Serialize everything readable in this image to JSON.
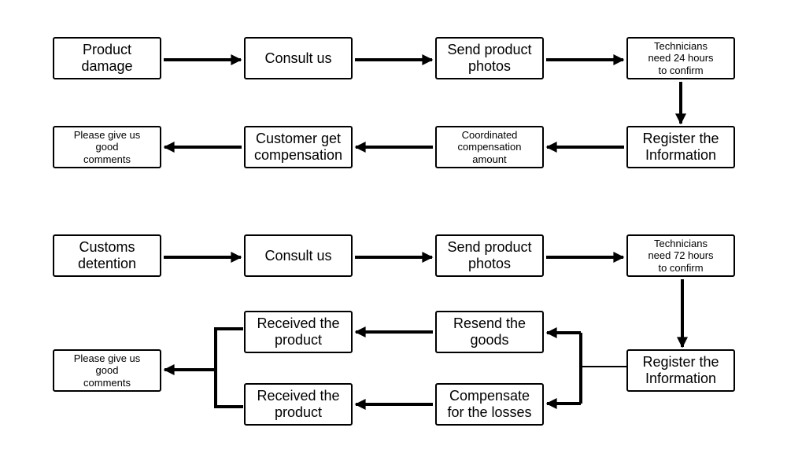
{
  "flow1": {
    "product_damage": [
      "Product",
      "damage"
    ],
    "consult": [
      "Consult us"
    ],
    "send_photos": [
      "Send product",
      "photos"
    ],
    "technicians": [
      "Technicians",
      "need 24 hours",
      "to confirm"
    ],
    "register": [
      "Register the",
      "Information"
    ],
    "coordinated": [
      "Coordinated",
      "compensation",
      "amount"
    ],
    "customer_comp": [
      "Customer get",
      "compensation"
    ],
    "good_comments": [
      "Please give us",
      "good",
      "comments"
    ]
  },
  "flow2": {
    "customs_detention": [
      "Customs",
      "detention"
    ],
    "consult": [
      "Consult us"
    ],
    "send_photos": [
      "Send product",
      "photos"
    ],
    "technicians": [
      "Technicians",
      "need 72 hours",
      "to confirm"
    ],
    "register": [
      "Register the",
      "Information"
    ],
    "resend": [
      "Resend the",
      "goods"
    ],
    "compensate": [
      "Compensate",
      "for the losses"
    ],
    "received1": [
      "Received the",
      "product"
    ],
    "received2": [
      "Received the",
      "product"
    ],
    "good_comments": [
      "Please give us",
      "good",
      "comments"
    ]
  }
}
